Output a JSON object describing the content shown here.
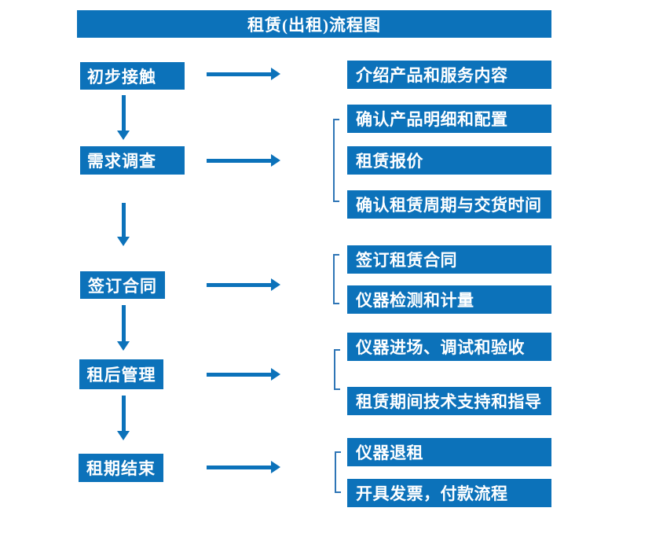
{
  "title": "租赁(出租)流程图",
  "colors": {
    "primary": "#0C72BA",
    "bracket": "#2E75B6",
    "box_text": "#FFFFFF",
    "background": "#FFFFFF"
  },
  "stages": [
    {
      "label": "初步接触",
      "details": [
        "介绍产品和服务内容"
      ]
    },
    {
      "label": "需求调查",
      "details": [
        "确认产品明细和配置",
        "租赁报价",
        "确认租赁周期与交货时间"
      ]
    },
    {
      "label": "签订合同",
      "details": [
        "签订租赁合同",
        "仪器检测和计量"
      ]
    },
    {
      "label": "租后管理",
      "details": [
        "仪器进场、调试和验收",
        "租赁期间技术支持和指导"
      ]
    },
    {
      "label": "租期结束",
      "details": [
        "仪器退租",
        "开具发票，付款流程"
      ]
    }
  ]
}
